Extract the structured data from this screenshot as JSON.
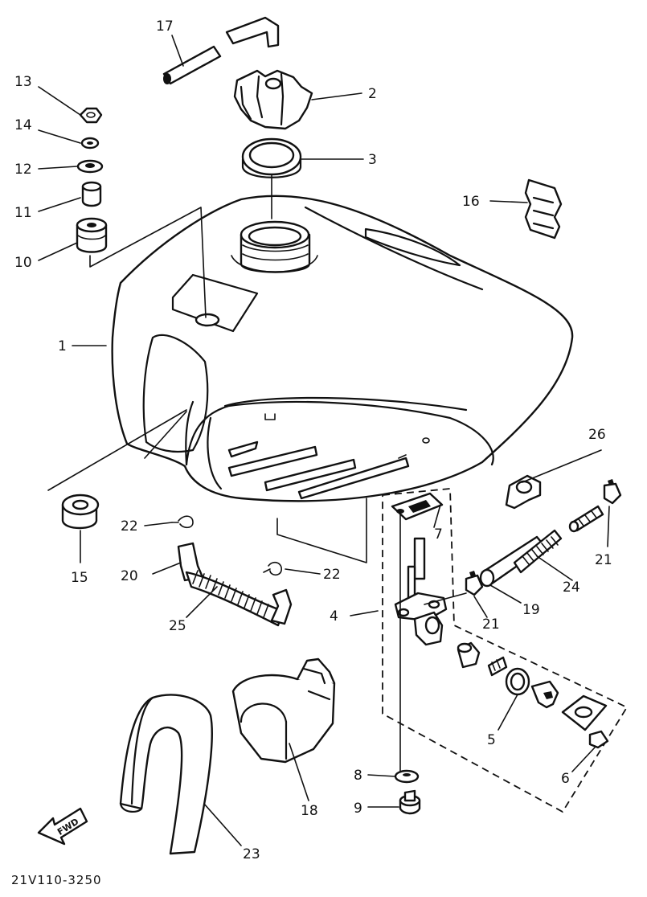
{
  "diagram": {
    "code": "21V110-3250",
    "fwd_label": "FWD",
    "labels": {
      "p1": "1",
      "p2": "2",
      "p3": "3",
      "p4": "4",
      "p5": "5",
      "p6": "6",
      "p7": "7",
      "p8": "8",
      "p9": "9",
      "p10": "10",
      "p11": "11",
      "p12": "12",
      "p13": "13",
      "p14": "14",
      "p15": "15",
      "p16": "16",
      "p17": "17",
      "p18": "18",
      "p19": "19",
      "p20": "20",
      "p21a": "21",
      "p21b": "21",
      "p22a": "22",
      "p22b": "22",
      "p23": "23",
      "p24": "24",
      "p25": "25",
      "p26": "26"
    }
  }
}
